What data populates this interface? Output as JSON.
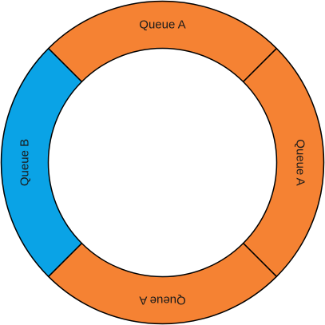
{
  "ring": {
    "segments": [
      {
        "id": "top",
        "label": "Queue A",
        "color": "#f58233",
        "start_deg": -135,
        "end_deg": -45,
        "label_rotate": 0
      },
      {
        "id": "right",
        "label": "Queue A",
        "color": "#f58233",
        "start_deg": -45,
        "end_deg": 45,
        "label_rotate": 90
      },
      {
        "id": "bottom",
        "label": "Queue A",
        "color": "#f58233",
        "start_deg": 45,
        "end_deg": 135,
        "label_rotate": 180
      },
      {
        "id": "left",
        "label": "Queue B",
        "color": "#0aa3e6",
        "start_deg": 135,
        "end_deg": 225,
        "label_rotate": -90
      }
    ],
    "stroke_color": "#000000"
  }
}
